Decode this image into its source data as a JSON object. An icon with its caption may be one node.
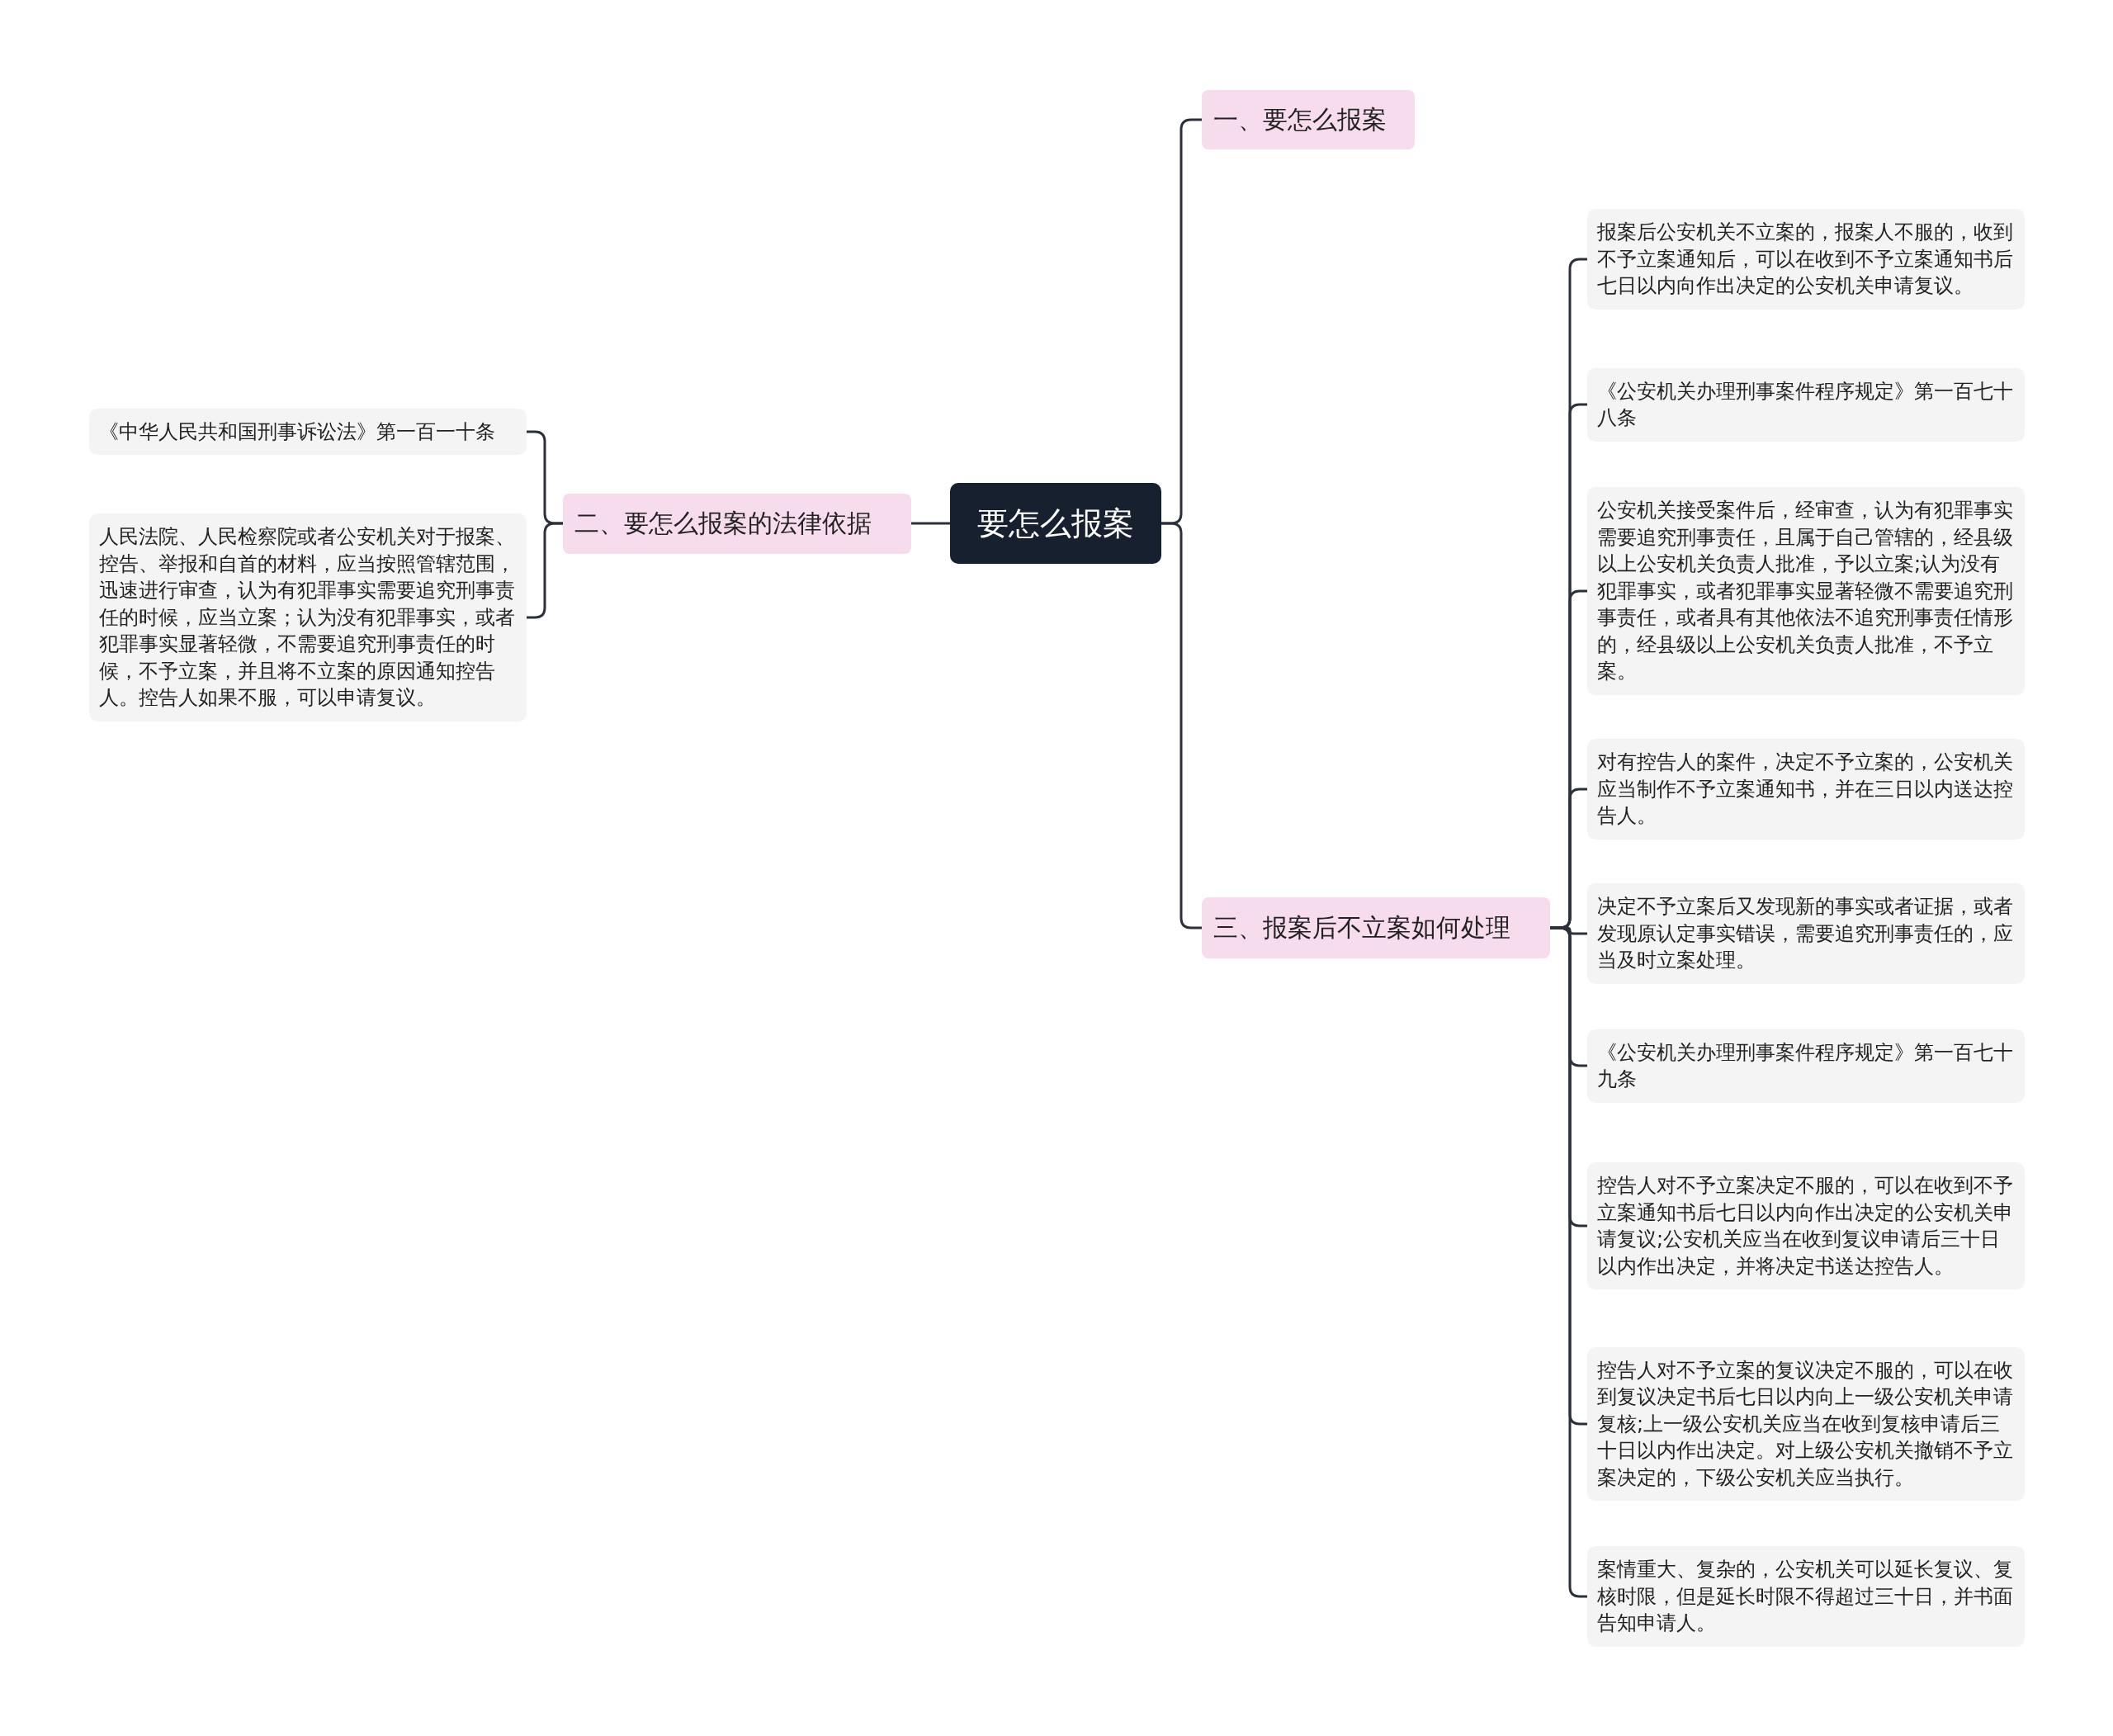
{
  "diagram": {
    "nodes": [
      {
        "text": [
          "要怎么报案"
        ]
      },
      {
        "text": [
          "一、要怎么报案"
        ]
      },
      {
        "text": [
          "二、要怎么报案的法律依据"
        ]
      },
      {
        "text": [
          "《中华人民共和国刑事诉讼法》第一百一十条"
        ]
      },
      {
        "text": [
          "人民法院、人民检察院或者公安机关对于报案、控告、举报和自首的材料，应当按照管辖范围，迅速进行审查，认为有犯罪事实需要追究刑事责任的时候，应当立案；认为没有犯罪事实，或者犯罪事实显著轻微，不需要追究刑事责任的时候，不予立案，并且将不立案的原因通知控告人。控告人如果不服，可以申请复议。"
        ]
      },
      {
        "text": [
          "三、报案后不立案如何处理"
        ]
      },
      {
        "text": [
          "报案后公安机关不立案的，报案人不服的，收到不予立案通知后，可以在收到不予立案通知书后七日以内向作出决定的公安机关申请复议。"
        ]
      },
      {
        "text": [
          "《公安机关办理刑事案件程序规定》第一百七十八条"
        ]
      },
      {
        "text": [
          "公安机关接受案件后，经审查，认为有犯罪事实需要追究刑事责任，且属于自己管辖的，经县级以上公安机关负责人批准，予以立案;认为没有犯罪事实，或者犯罪事实显著轻微不需要追究刑事责任，或者具有其他依法不追究刑事责任情形的，经县级以上公安机关负责人批准，不予立案。"
        ]
      },
      {
        "text": [
          "对有控告人的案件，决定不予立案的，公安机关应当制作不予立案通知书，并在三日以内送达控告人。"
        ]
      },
      {
        "text": [
          "决定不予立案后又发现新的事实或者证据，或者发现原认定事实错误，需要追究刑事责任的，应当及时立案处理。"
        ]
      },
      {
        "text": [
          "《公安机关办理刑事案件程序规定》第一百七十九条"
        ]
      },
      {
        "text": [
          "控告人对不予立案决定不服的，可以在收到不予立案通知书后七日以内向作出决定的公安机关申请复议;公安机关应当在收到复议申请后三十日以内作出决定，并将决定书送达控告人。"
        ]
      },
      {
        "text": [
          "控告人对不予立案的复议决定不服的，可以在收到复议决定书后七日以内向上一级公安机关申请复核;上一级公安机关应当在收到复核申请后三十日以内作出决定。对上级公安机关撤销不予立案决定的，下级公安机关应当执行。"
        ]
      },
      {
        "text": [
          "案情重大、复杂的，公安机关可以延长复议、复核时限，但是延长时限不得超过三十日，并书面告知申请人。"
        ]
      }
    ],
    "edges": [
      {
        "from": 0,
        "to": 1,
        "arrow": "none"
      },
      {
        "from": 0,
        "to": 2,
        "arrow": "none"
      },
      {
        "from": 0,
        "to": 5,
        "arrow": "none"
      },
      {
        "from": 2,
        "to": 3,
        "arrow": "none"
      },
      {
        "from": 2,
        "to": 4,
        "arrow": "none"
      },
      {
        "from": 5,
        "to": 6,
        "arrow": "none"
      },
      {
        "from": 5,
        "to": 7,
        "arrow": "none"
      },
      {
        "from": 5,
        "to": 8,
        "arrow": "none"
      },
      {
        "from": 5,
        "to": 9,
        "arrow": "none"
      },
      {
        "from": 5,
        "to": 10,
        "arrow": "none"
      },
      {
        "from": 5,
        "to": 11,
        "arrow": "none"
      },
      {
        "from": 5,
        "to": 12,
        "arrow": "none"
      },
      {
        "from": 5,
        "to": 13,
        "arrow": "none"
      },
      {
        "from": 5,
        "to": 14,
        "arrow": "none"
      }
    ]
  }
}
